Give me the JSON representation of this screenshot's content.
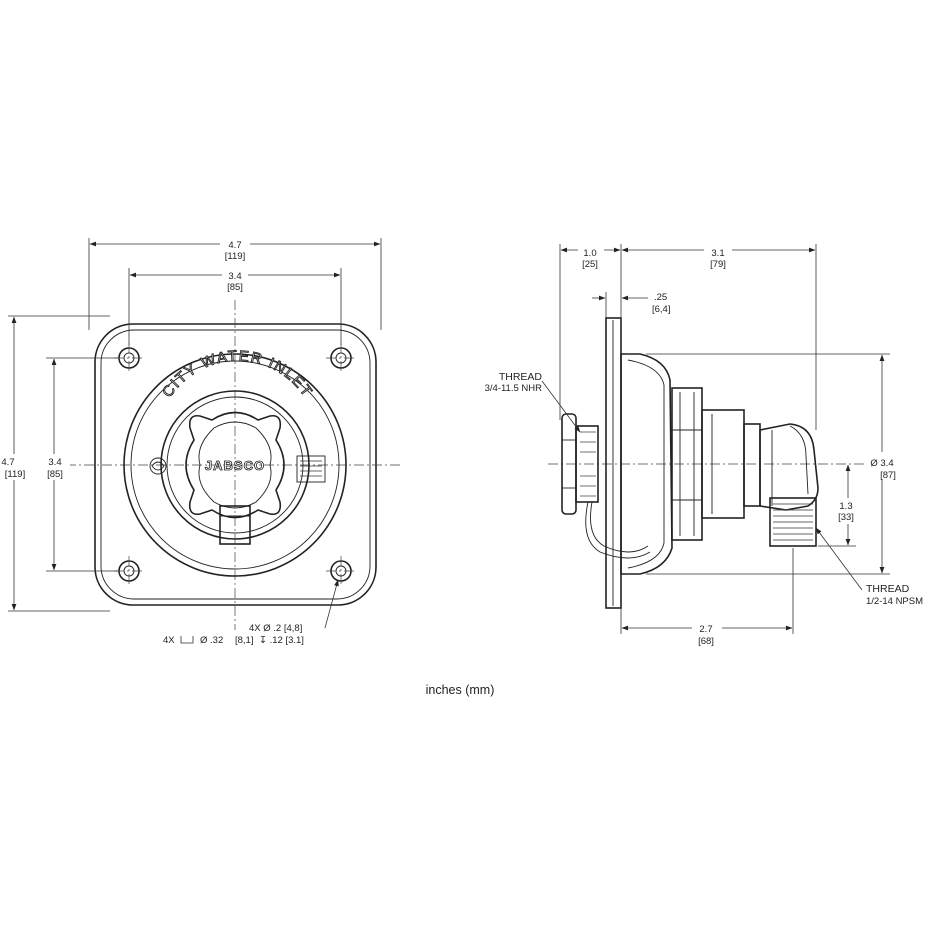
{
  "front_view": {
    "overall_width": "4.7",
    "overall_width_mm": "[119]",
    "hole_spacing_h": "3.4",
    "hole_spacing_h_mm": "[85]",
    "overall_height": "4.7",
    "overall_height_mm": "[119]",
    "hole_spacing_v": "3.4",
    "hole_spacing_v_mm": "[85]",
    "hole_callout_1": "4X Ø .2 [4,8]",
    "hole_callout_2a": "4X",
    "hole_callout_2b": "Ø .32",
    "hole_callout_2c": "[8,1]",
    "hole_callout_2d": "↧ .12 [3.1]",
    "arc_text": "CITY WATER INLET",
    "brand_text": "JABSCO"
  },
  "side_view": {
    "depth_front": "1.0",
    "depth_front_mm": "[25]",
    "depth_rear": "3.1",
    "depth_rear_mm": "[79]",
    "flange_thickness": ".25",
    "flange_thickness_mm": "[6,4]",
    "thread_inlet_label": "THREAD",
    "thread_inlet_spec": "3/4-11.5 NHR",
    "body_diameter": "Ø 3.4",
    "body_diameter_mm": "[87]",
    "outlet_offset": "1.3",
    "outlet_offset_mm": "[33]",
    "thread_outlet_label": "THREAD",
    "thread_outlet_spec": "1/2-14 NPSM",
    "outlet_length": "2.7",
    "outlet_length_mm": "[68]"
  },
  "units_caption": "inches (mm)"
}
